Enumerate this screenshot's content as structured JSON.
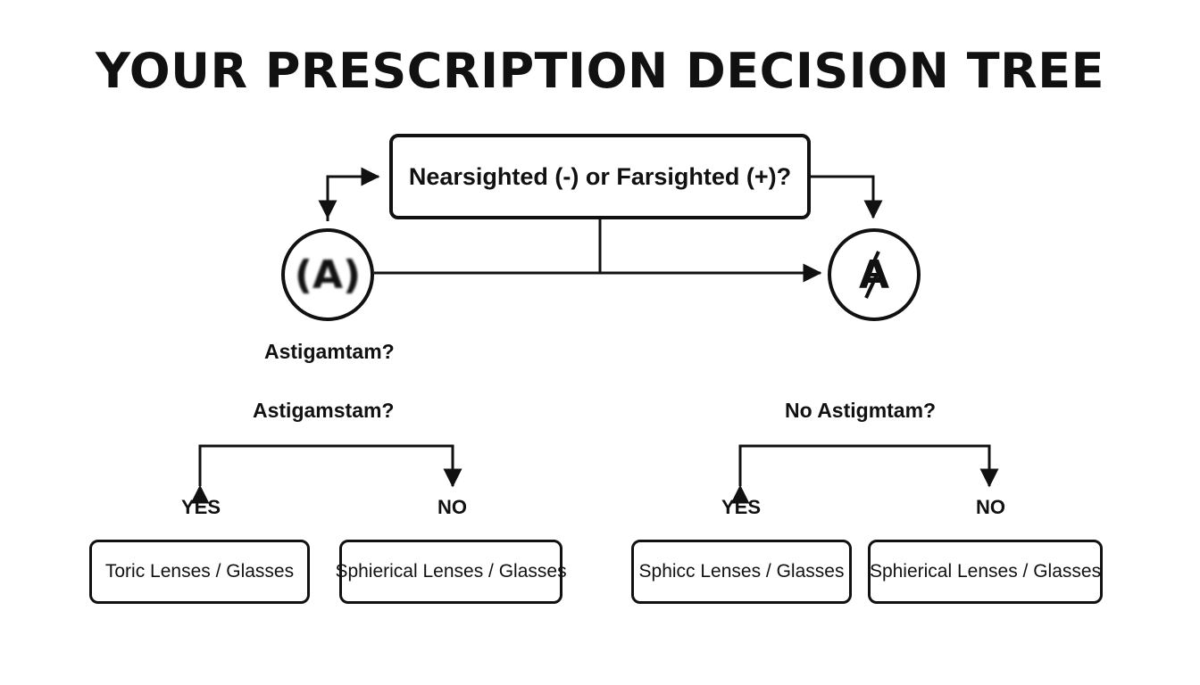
{
  "title": "YOUR PRESCRIPTION DECISION TREE",
  "question": "Nearsighted (-) or Farsighted (+)?",
  "left_circle": {
    "symbol": "(A)",
    "icon": "blurred-letter-a-icon",
    "caption": "Astigamtam?"
  },
  "right_circle": {
    "symbol": "A",
    "icon": "letter-a-slash-icon"
  },
  "left_branch": {
    "label": "Astigamstam?",
    "yes": "YES",
    "no": "NO",
    "yes_result": "Toric Lenses / Glasses",
    "no_result": "Sphierical Lenses / Glasses"
  },
  "right_branch": {
    "label": "No Astigmtam?",
    "yes": "YES",
    "no": "NO",
    "yes_result": "Sphicc Lenses / Glasses",
    "no_result": "Sphierical Lenses / Glasses"
  },
  "colors": {
    "ink": "#111111",
    "background": "#ffffff"
  }
}
